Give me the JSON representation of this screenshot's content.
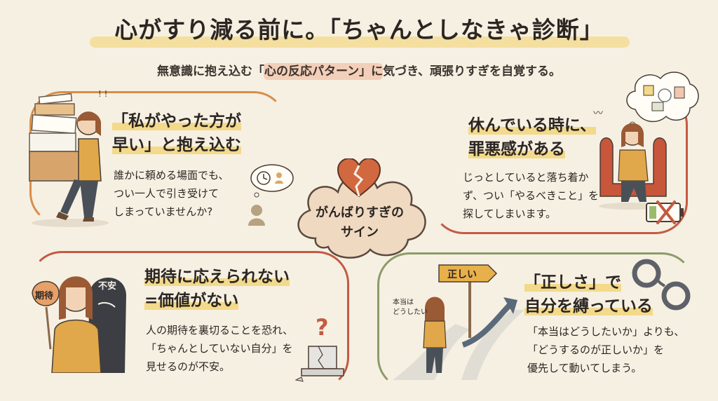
{
  "header": {
    "title": "心がすり減る前に。「ちゃんとしなきゃ診断」",
    "subtitle": "無意識に抱え込む「心の反応パターン」に気づき、頑張りすぎを自覚する。"
  },
  "center": {
    "line1": "がんばりすぎの",
    "line2": "サイン"
  },
  "cards": {
    "top_left": {
      "heading_line1": "「私がやった方が",
      "heading_line2": "早い」と抱え込む",
      "body_line1": "誰かに頼める場面でも、",
      "body_line2": "つい一人で引き受けて",
      "body_line3": "しまっていませんか?"
    },
    "top_right": {
      "heading_line1": "休んでいる時に、",
      "heading_line2": "罪悪感がある",
      "body_line1": "じっとしていると落ち着か",
      "body_line2": "ず、つい「やるべきこと」を",
      "body_line3": "探してしまいます。"
    },
    "bottom_left": {
      "heading_line1": "期待に応えられない",
      "heading_line2": "=価値がない",
      "body_line1": "人の期待を裏切ることを恐れ、",
      "body_line2": "「ちゃんとしていない自分」を",
      "body_line3": "見せるのが不安。",
      "sign_label": "期待",
      "shadow_label": "不安"
    },
    "bottom_right": {
      "heading_line1": "「正しさ」で",
      "heading_line2": "自分を縛っている",
      "body_line1": "「本当はどうしたいか」よりも、",
      "body_line2": "「どうするのが正しいか」を",
      "body_line3": "優先して動いてしまう。",
      "signpost_label": "正しい",
      "thought_line1": "本当は",
      "thought_line2": "どうしたい"
    }
  },
  "colors": {
    "background": "#f6f0e3",
    "orange": "#d98e48",
    "red": "#c45a43",
    "green": "#8c9c69",
    "highlight": "#f3d98a"
  }
}
